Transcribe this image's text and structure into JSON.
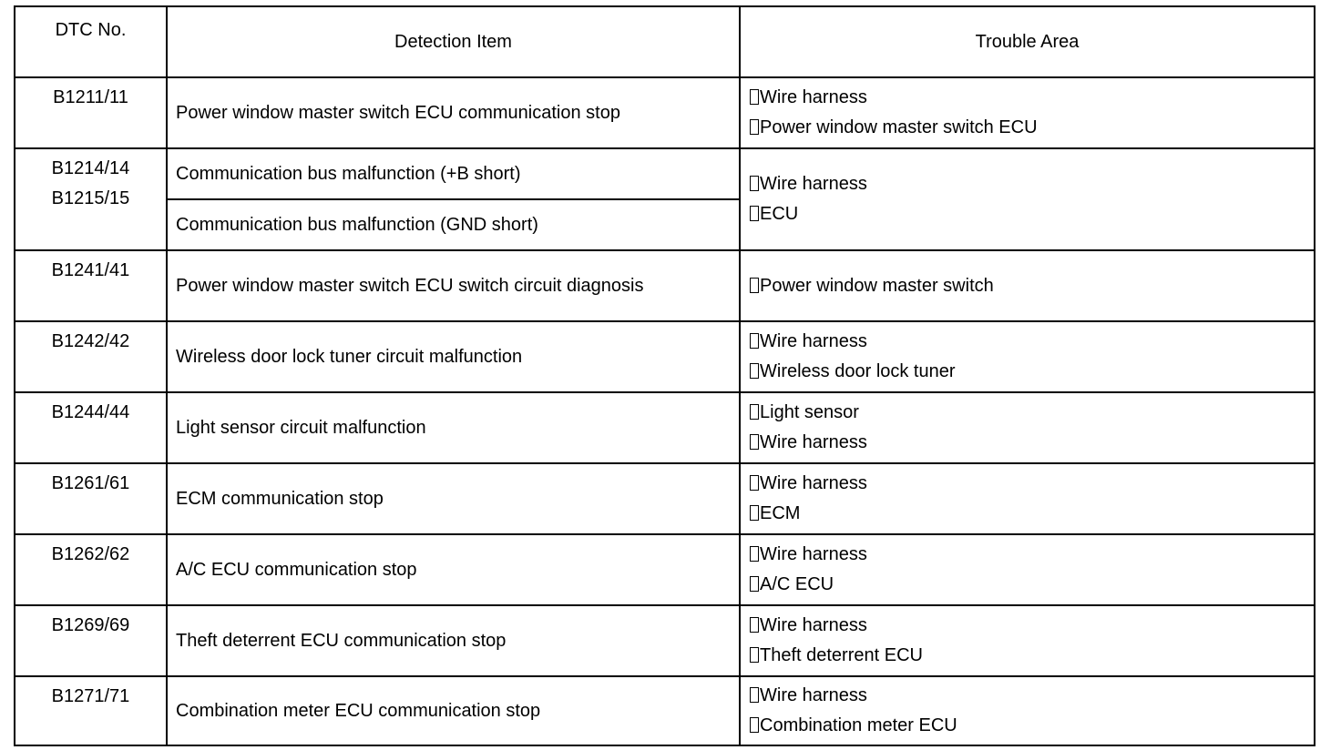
{
  "table": {
    "headers": {
      "dtc": "DTC No.",
      "item": "Detection Item",
      "area": "Trouble Area"
    },
    "rows": [
      {
        "code": "B1211/11",
        "item": "Power window master switch ECU communication stop",
        "areas": [
          "Wire harness",
          "Power window master switch ECU"
        ]
      },
      {
        "code": "B1214/14",
        "item": "Communication bus malfunction (+B short)",
        "areas": [
          "Wire harness",
          "ECU"
        ]
      },
      {
        "code": "B1215/15",
        "item": "Communication bus malfunction (GND short)"
      },
      {
        "code": "B1241/41",
        "item": "Power window master switch ECU switch circuit diagnosis",
        "areas": [
          "Power window master switch"
        ]
      },
      {
        "code": "B1242/42",
        "item": "Wireless door lock tuner circuit malfunction",
        "areas": [
          "Wire harness",
          "Wireless door lock tuner"
        ]
      },
      {
        "code": "B1244/44",
        "item": "Light sensor circuit malfunction",
        "areas": [
          "Light  sensor",
          "Wire harness"
        ]
      },
      {
        "code": "B1261/61",
        "item": "ECM communication stop",
        "areas": [
          "Wire harness",
          "ECM"
        ]
      },
      {
        "code": "B1262/62",
        "item": "A/C ECU communication stop",
        "areas": [
          "Wire harness",
          "A/C ECU"
        ]
      },
      {
        "code": "B1269/69",
        "item": "Theft deterrent ECU communication stop",
        "areas": [
          "Wire harness",
          "Theft deterrent ECU"
        ]
      },
      {
        "code": "B1271/71",
        "item": "Combination meter ECU communication stop",
        "areas": [
          "Wire harness",
          "Combination meter ECU"
        ]
      }
    ]
  }
}
